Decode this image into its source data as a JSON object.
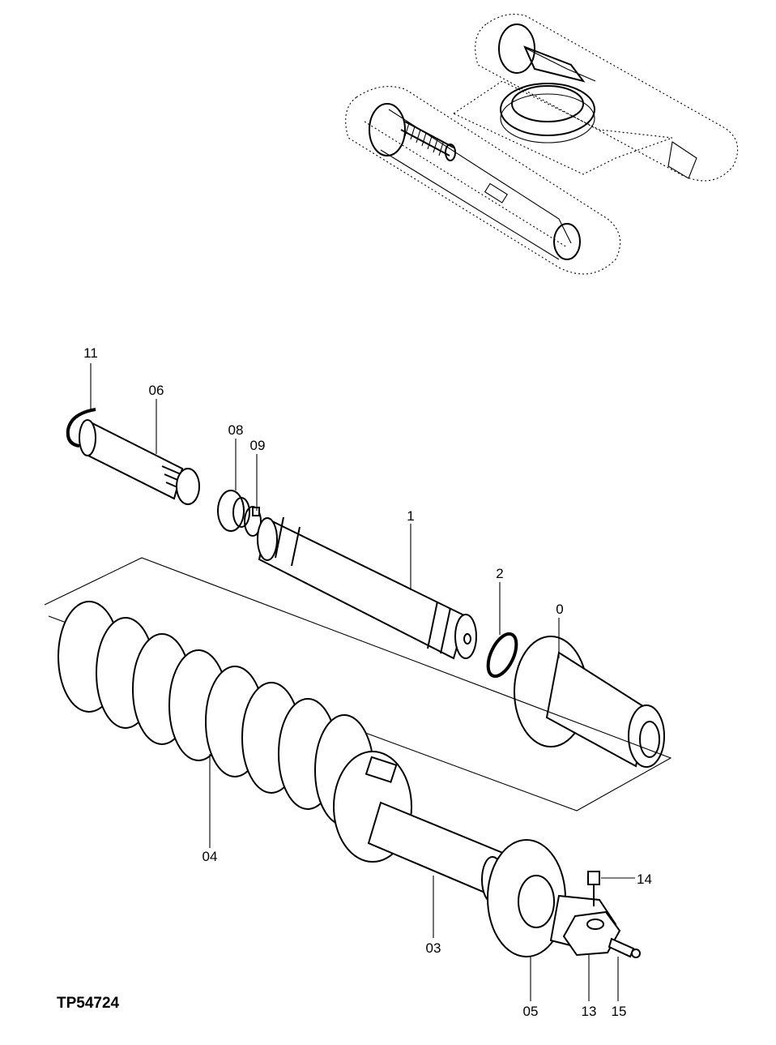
{
  "diagram": {
    "code": "TP54724",
    "callouts": {
      "c11": "11",
      "c06": "06",
      "c08": "08",
      "c09": "09",
      "c1": "1",
      "c2": "2",
      "c0": "0",
      "c04": "04",
      "c03": "03",
      "c05": "05",
      "c13": "13",
      "c14": "14",
      "c15": "15"
    }
  }
}
